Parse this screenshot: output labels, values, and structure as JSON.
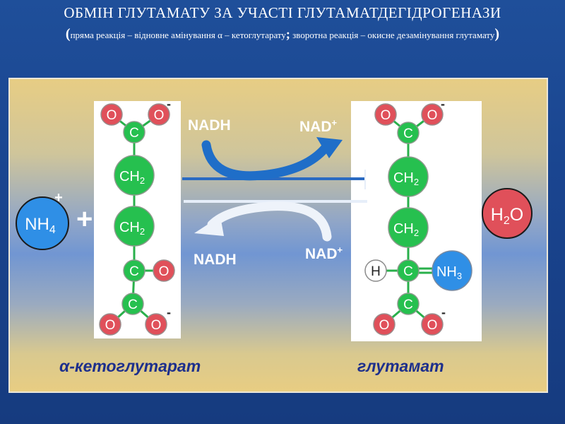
{
  "header": {
    "title": "ОБМІН ГЛУТАМАТУ ЗА УЧАСТІ ГЛУТАМАТДЕГІДРОГЕНАЗИ",
    "subtitle_open": "(",
    "subtitle_part1": "пряма реакція – відновне амінування α – кетоглутарату",
    "subtitle_sep": ";",
    "subtitle_part2": " зворотна реакція – окисне дезамінування глутамату",
    "subtitle_close": ")"
  },
  "reaction": {
    "forward_cofactor_in": "NADH",
    "forward_cofactor_out_base": "NAD",
    "forward_cofactor_out_sup": "+",
    "reverse_cofactor_out": "NADH",
    "reverse_cofactor_in_base": "NAD",
    "reverse_cofactor_in_sup": "+",
    "plus_sign": "+"
  },
  "reactants": {
    "ammonium": {
      "base": "NH",
      "sub": "4",
      "charge": "+"
    },
    "water": {
      "h": "H",
      "sub": "2",
      "o": "O"
    }
  },
  "molecules": {
    "ketoglutarate": {
      "name": "α-кетоглутарат",
      "top_o_left": "O",
      "top_o_right": "O",
      "top_charge": "-",
      "c1": "C",
      "ch2_a": "CH",
      "ch2_a_sub": "2",
      "ch2_b": "CH",
      "ch2_b_sub": "2",
      "c4": "C",
      "keto_o": "O",
      "c5": "C",
      "bottom_o_left": "O",
      "bottom_o_right": "O",
      "bottom_charge": "-"
    },
    "glutamate": {
      "name": "глутамат",
      "top_o_left": "O",
      "top_o_right": "O",
      "top_charge": "-",
      "c1": "C",
      "ch2_a": "CH",
      "ch2_a_sub": "2",
      "ch2_b": "CH",
      "ch2_b_sub": "2",
      "h": "H",
      "c4": "C",
      "amino": "NH",
      "amino_sub": "3",
      "amino_charge": "+",
      "c5": "C",
      "bottom_o_left": "O",
      "bottom_o_right": "O",
      "bottom_charge": "-"
    }
  },
  "colors": {
    "oxygen": "#e0505a",
    "carbon": "#26c04f",
    "nitrogen": "#2f8fe6",
    "hydrogen": "#ffffff",
    "arrow": "#1f6ec8",
    "label": "#1d2f8c"
  }
}
